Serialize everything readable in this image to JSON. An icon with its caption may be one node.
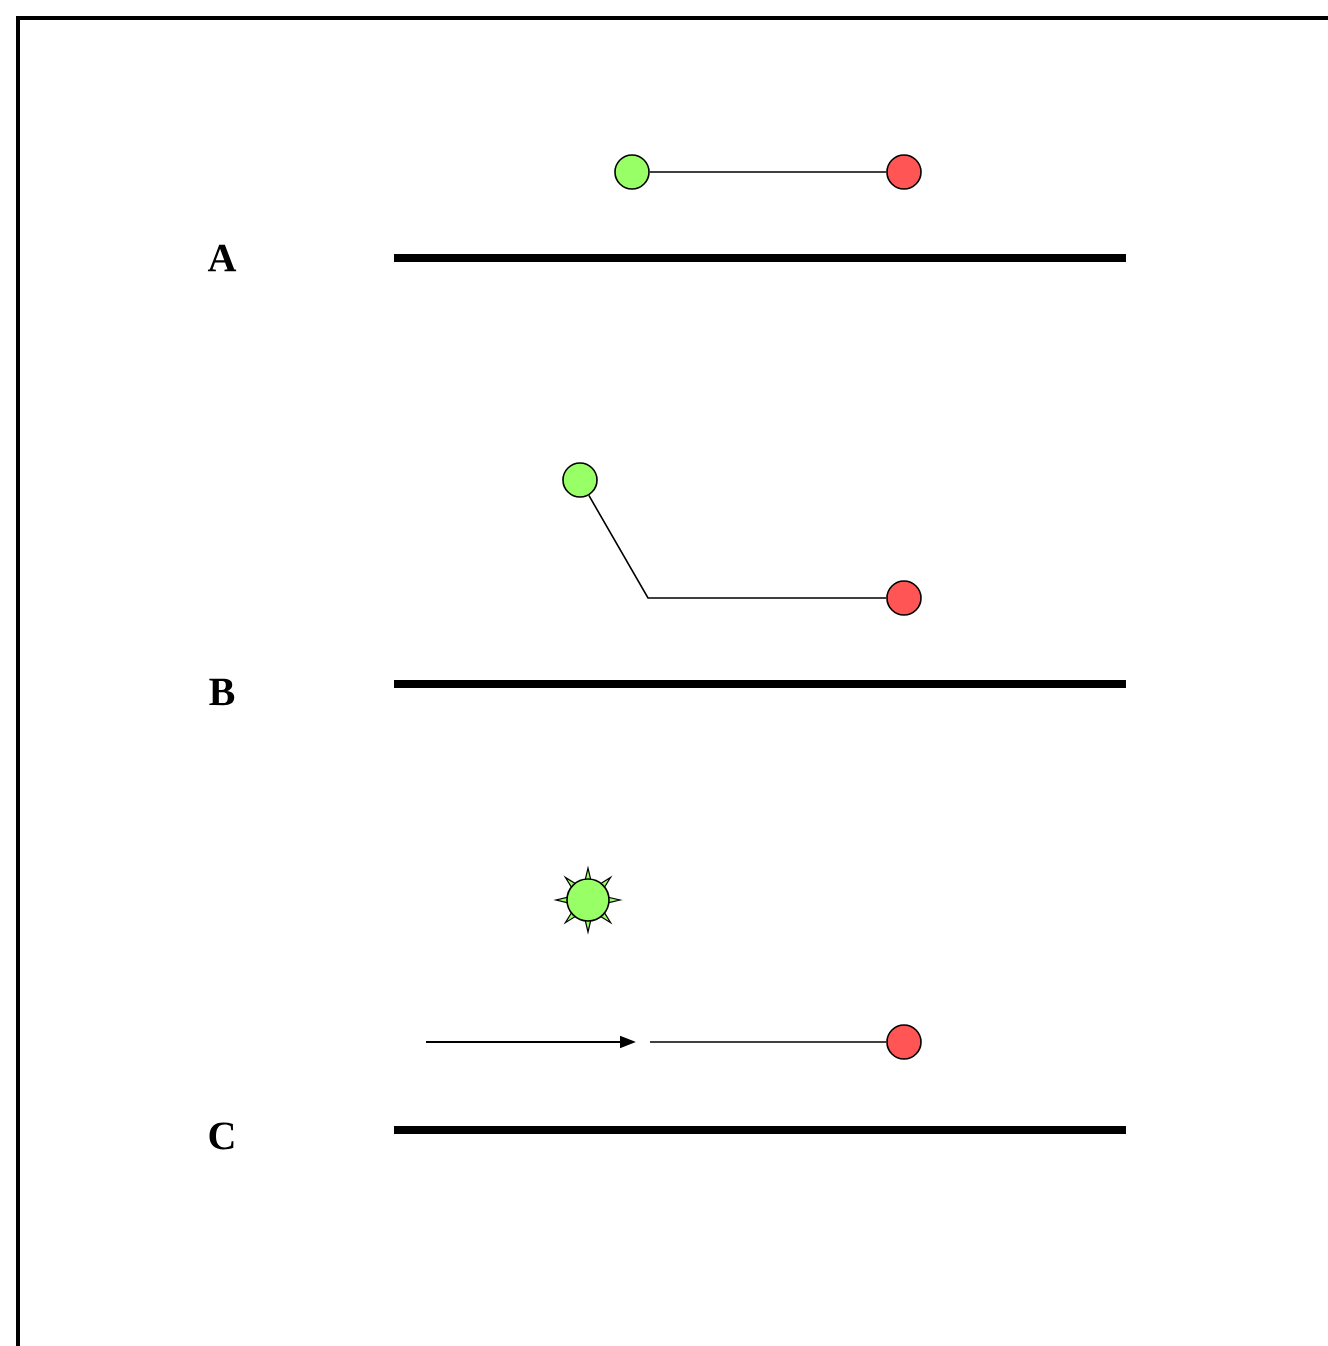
{
  "diagram": {
    "nodes": [
      {
        "text": [],
        "shape": "circle"
      },
      {
        "text": [],
        "shape": "circle"
      },
      {
        "text": [],
        "shape": "circle"
      },
      {
        "text": [],
        "shape": "circle"
      },
      {
        "text": [],
        "shape": "star"
      },
      {
        "text": [],
        "shape": "circle"
      }
    ],
    "edges": [
      {
        "from": 0,
        "to": 1,
        "arrow": "none"
      },
      {
        "from": 2,
        "to": 3,
        "arrow": "none"
      },
      {
        "from": null,
        "to": 5,
        "arrow": "none"
      }
    ],
    "labels": [
      "A",
      "B",
      "C"
    ]
  }
}
